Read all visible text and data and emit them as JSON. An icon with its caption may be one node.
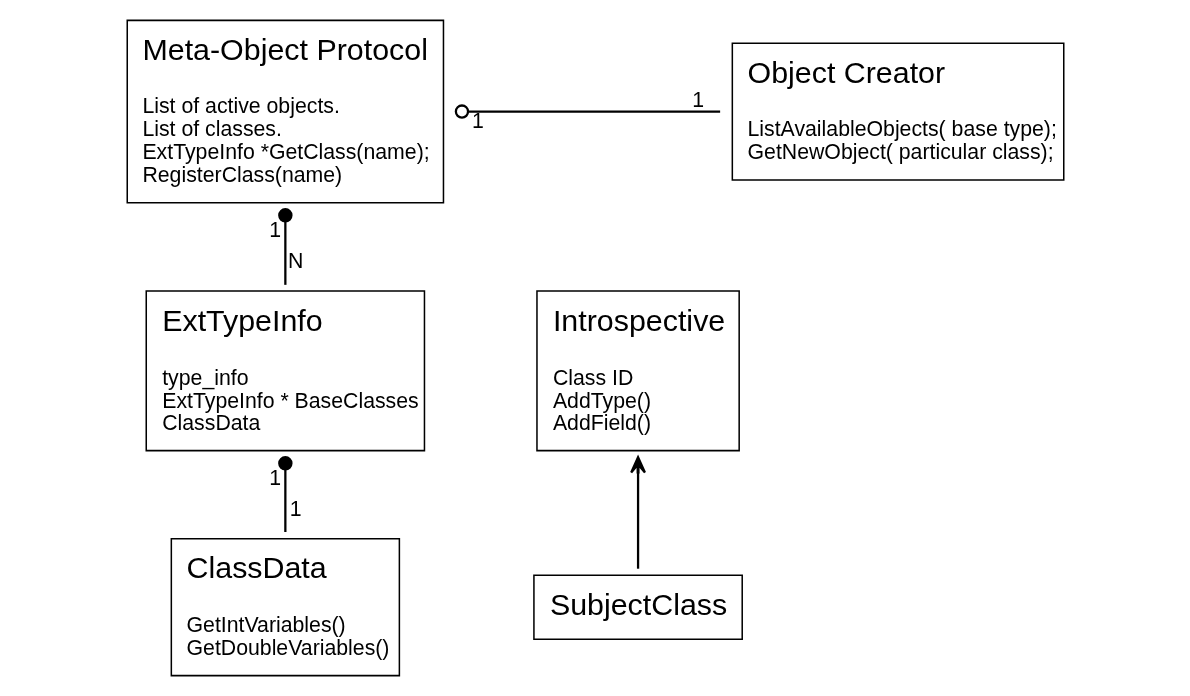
{
  "diagram": {
    "nodes": [
      {
        "text": [
          "Meta-Object Protocol",
          "List of active objects.",
          "List of classes.",
          "ExtTypeInfo *GetClass(name);",
          "RegisterClass(name)"
        ]
      },
      {
        "text": [
          "Object Creator",
          "ListAvailableObjects( base type);",
          "GetNewObject( particular class);"
        ]
      },
      {
        "text": [
          "ExtTypeInfo",
          "type_info",
          "ExtTypeInfo * BaseClasses",
          "ClassData"
        ]
      },
      {
        "text": [
          "Introspective",
          "Class ID",
          "AddType()",
          "AddField()"
        ]
      },
      {
        "text": [
          "SubjectClass"
        ]
      },
      {
        "text": [
          "ClassData",
          "GetIntVariables()",
          "GetDoubleVariables()"
        ]
      }
    ],
    "edges": [
      {
        "from": 0,
        "to": 1,
        "arrow": "other"
      },
      {
        "from": 0,
        "to": 2,
        "arrow": "other"
      },
      {
        "from": 2,
        "to": 5,
        "arrow": "other"
      },
      {
        "from": 4,
        "to": 3,
        "arrow": "to"
      }
    ],
    "labels": [
      "1",
      "1",
      "1",
      "N",
      "1",
      "1"
    ]
  }
}
